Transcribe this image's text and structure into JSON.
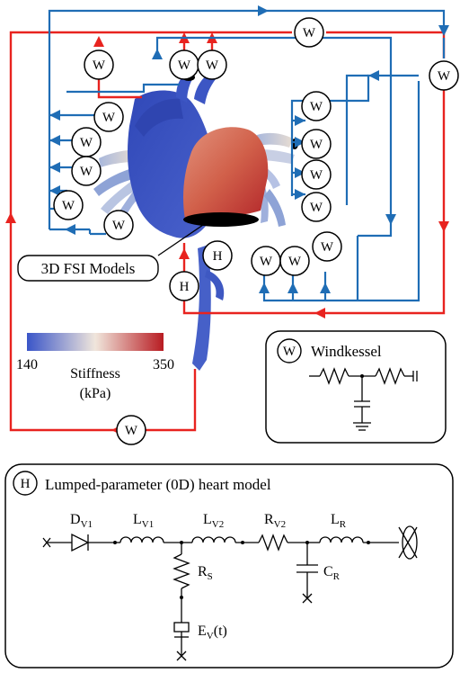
{
  "symbols": {
    "windkessel": "W",
    "heart": "H"
  },
  "labels": {
    "fsi_models": "3D FSI Models"
  },
  "colorbar": {
    "min": "140",
    "max": "350",
    "title_line1": "Stiffness",
    "title_line2": "(kPa)",
    "range": [
      140,
      350
    ],
    "colors": [
      "#3a55c8",
      "#f0e6dc",
      "#b81c22"
    ]
  },
  "windkessel_panel": {
    "symbol": "W",
    "title": "Windkessel"
  },
  "heart_panel": {
    "symbol": "H",
    "title": "Lumped-parameter (0D) heart model",
    "components": {
      "dv1": {
        "main": "D",
        "sub": "V1"
      },
      "lv1": {
        "main": "L",
        "sub": "V1"
      },
      "lv2": {
        "main": "L",
        "sub": "V2"
      },
      "rv2": {
        "main": "R",
        "sub": "V2"
      },
      "lr": {
        "main": "L",
        "sub": "R"
      },
      "rs": {
        "main": "R",
        "sub": "S"
      },
      "cr": {
        "main": "C",
        "sub": "R"
      },
      "ev": {
        "main": "E",
        "sub": "V",
        "suffix": "(t)"
      }
    }
  },
  "colors": {
    "arterial_flow": "#e8231f",
    "venous_flow": "#1f6db5",
    "anatomy_low": "#3a55c8",
    "anatomy_high": "#c53a30"
  }
}
